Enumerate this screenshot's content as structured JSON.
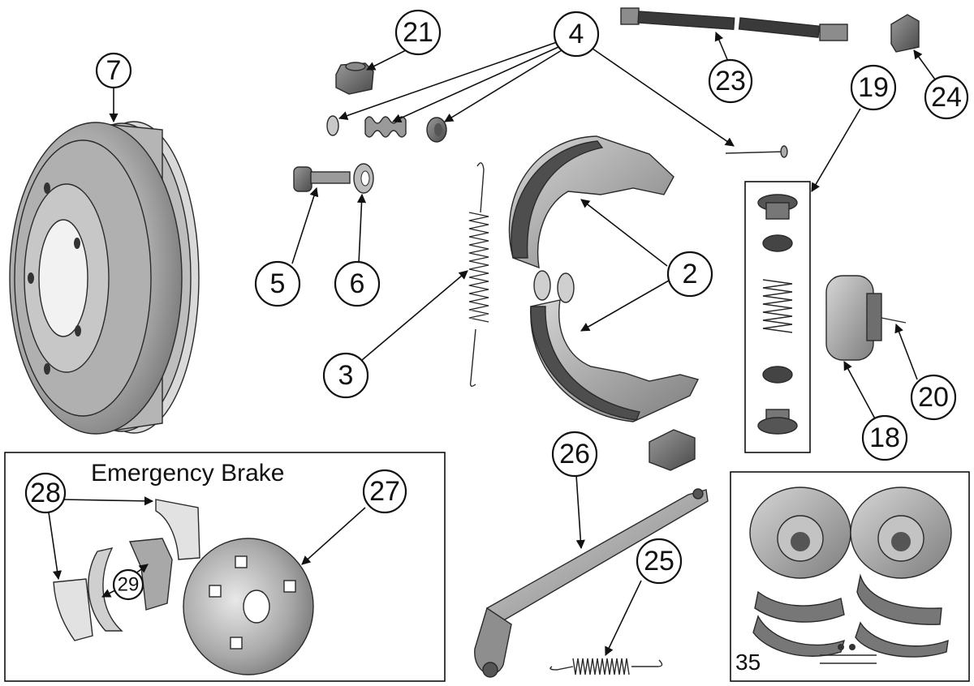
{
  "callouts": {
    "c2": "2",
    "c3": "3",
    "c4": "4",
    "c5": "5",
    "c6": "6",
    "c7": "7",
    "c18": "18",
    "c19": "19",
    "c20": "20",
    "c21": "21",
    "c23": "23",
    "c24": "24",
    "c25": "25",
    "c26": "26",
    "c27": "27",
    "c28": "28",
    "c29": "29"
  },
  "emergency_brake": {
    "title": "Emergency Brake"
  },
  "kit": {
    "label": "35"
  }
}
